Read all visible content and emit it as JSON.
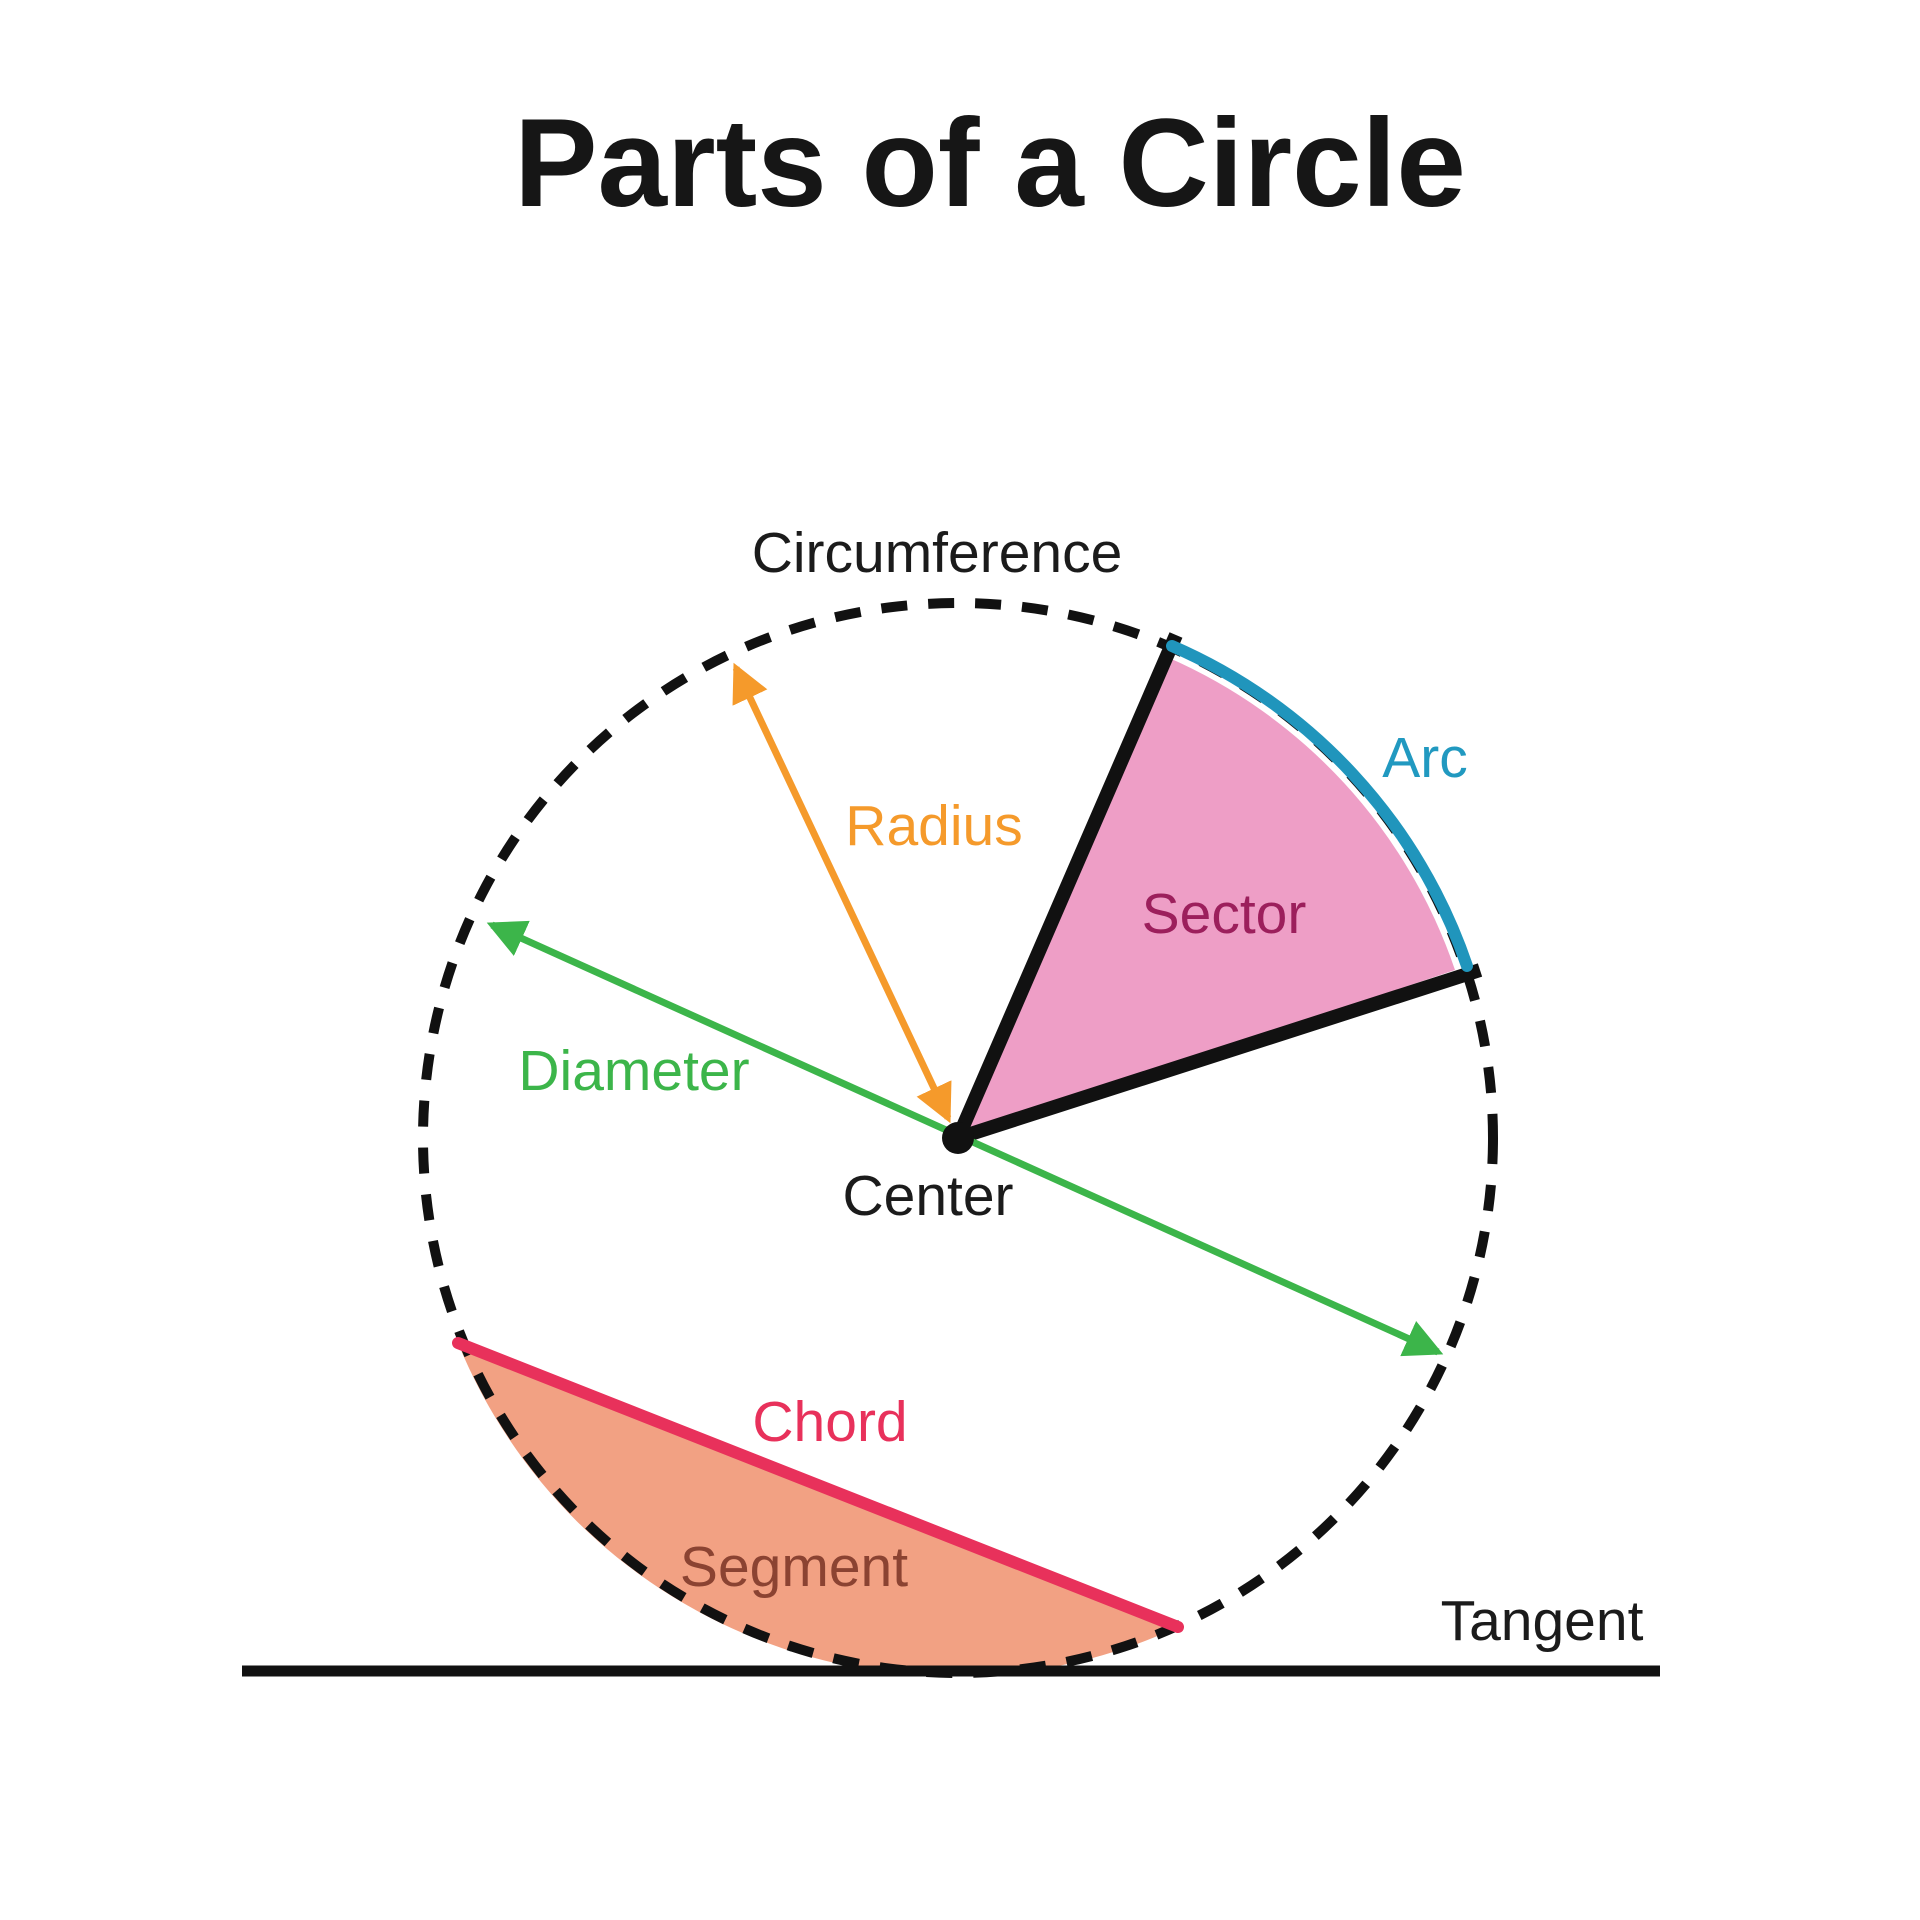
{
  "title": {
    "text": "Parts of a Circle",
    "color": "#161616"
  },
  "labels": {
    "circumference": {
      "text": "Circumference",
      "color": "#1b1b1b"
    },
    "radius": {
      "text": "Radius",
      "color": "#F59A2B"
    },
    "arc": {
      "text": "Arc",
      "color": "#2199C0"
    },
    "sector": {
      "text": "Sector",
      "color": "#9C1F5C"
    },
    "diameter": {
      "text": "Diameter",
      "color": "#3CB54A"
    },
    "center": {
      "text": "Center",
      "color": "#1B1B1B"
    },
    "chord": {
      "text": "Chord",
      "color": "#E8315B"
    },
    "segment": {
      "text": "Segment",
      "color": "#8B4332"
    },
    "tangent": {
      "text": "Tangent",
      "color": "#1B1B1B"
    }
  },
  "colors": {
    "background": "#FFFFFF",
    "circle_outline": "#111111",
    "sector_fill": "#EE9EC6",
    "sector_edges": "#111111",
    "arc_stroke": "#2095BC",
    "chord_stroke": "#E8315B",
    "segment_fill": "#F2A183",
    "radius_arrow": "#F59A2B",
    "diameter_arrow": "#3CB54A",
    "tangent_line": "#111111",
    "center_dot": "#111111"
  }
}
